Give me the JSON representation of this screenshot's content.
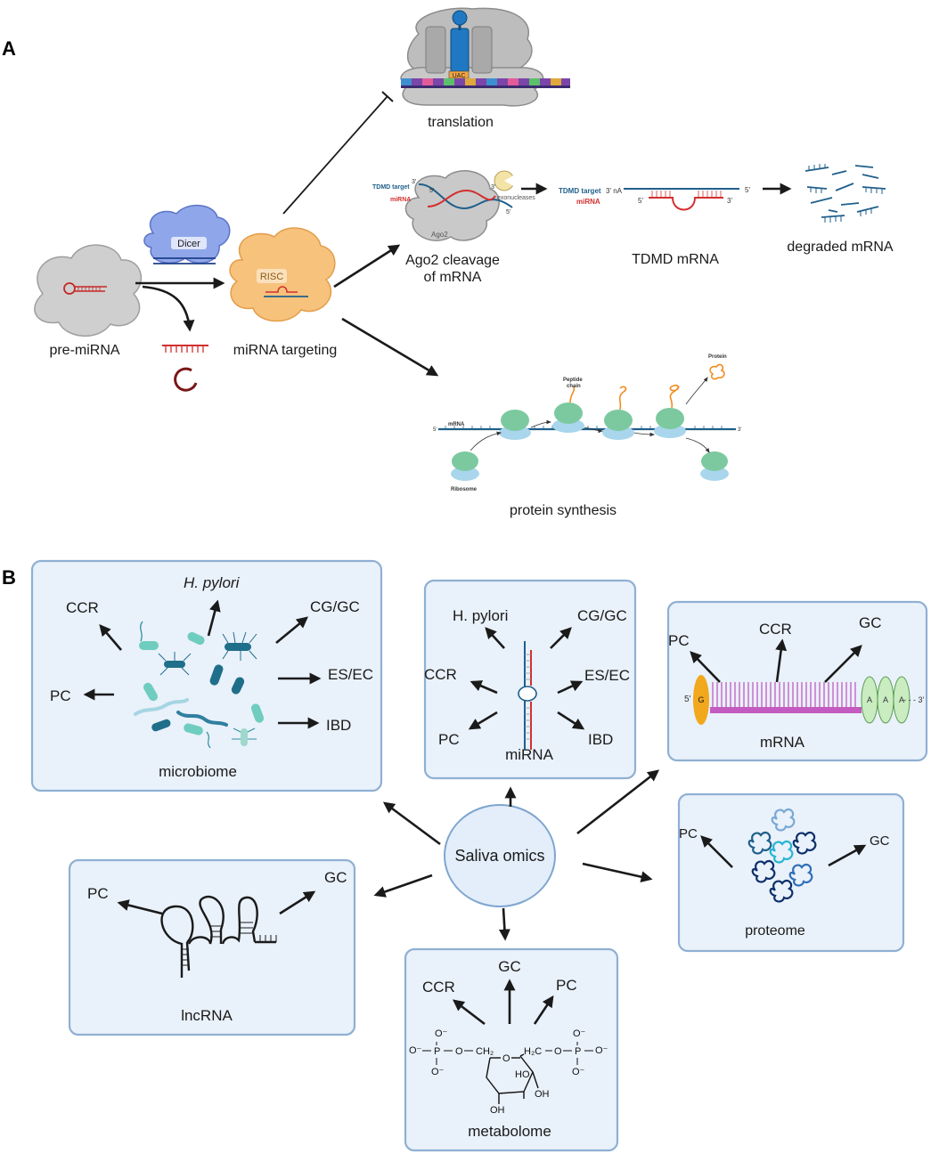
{
  "panel_a": {
    "label": "A",
    "translation": "translation",
    "pre_mirna": "pre-miRNA",
    "dicer": "Dicer",
    "risc": "RISC",
    "mirna_targeting": "miRNA targeting",
    "ago2_cleavage_line1": "Ago2 cleavage",
    "ago2_cleavage_line2": "of mRNA",
    "ago2": "Ago2",
    "tdmd_target": "TDMD target",
    "mirna": "miRNA",
    "exonucleases": "exonucleases",
    "three_prime": "3'",
    "five_prime": "5'",
    "three_prime_na": "3' nA",
    "tdmd_mrna": "TDMD mRNA",
    "degraded_mrna": "degraded mRNA",
    "mrna_small": "mRNA",
    "peptide_chain_line1": "Peptide",
    "peptide_chain_line2": "chain",
    "protein_small": "Protein",
    "ribosome": "Ribosome",
    "protein_synthesis": "protein synthesis",
    "codon": "UAC"
  },
  "panel_b": {
    "label": "B",
    "center": "Saliva omics",
    "microbiome": {
      "title": "microbiome",
      "targets": [
        "CCR",
        "H. pylori",
        "CG/GC",
        "ES/EC",
        "IBD",
        "PC"
      ]
    },
    "mirna": {
      "title": "miRNA",
      "targets": [
        "H. pylori",
        "CG/GC",
        "CCR",
        "ES/EC",
        "PC",
        "IBD"
      ]
    },
    "mrna": {
      "title": "mRNA",
      "targets": [
        "PC",
        "CCR",
        "GC"
      ],
      "five_prime": "5'",
      "cap": "G",
      "tail": [
        "A",
        "A",
        "A"
      ],
      "three_prime": "- - - 3'"
    },
    "proteome": {
      "title": "proteome",
      "targets": [
        "PC",
        "GC"
      ]
    },
    "lncrna": {
      "title": "lncRNA",
      "targets": [
        "PC",
        "GC"
      ]
    },
    "metabolome": {
      "title": "metabolome",
      "targets": [
        "CCR",
        "GC",
        "PC"
      ],
      "chem": {
        "o_minus": "O⁻",
        "p": "P",
        "o": "O",
        "ch2": "CH₂",
        "h2c": "H₂C",
        "ho": "HO",
        "oh": "OH"
      }
    }
  },
  "colors": {
    "panel_fill": "#e9f1fa",
    "panel_border": "#8fb0d3",
    "dicer": "#6f8fe0",
    "risc": "#f6c27f",
    "mirna_red": "#d32f2f",
    "mrna_blue": "#1f5f8b",
    "ribosome_green": "#7cc9a0",
    "ribosome_blue": "#a9d6ec",
    "peptide_orange": "#f28c1e",
    "mrna_magenta": "#c45bc0",
    "cap_orange": "#f2a81d",
    "tail_green": "#c9ecc0"
  }
}
